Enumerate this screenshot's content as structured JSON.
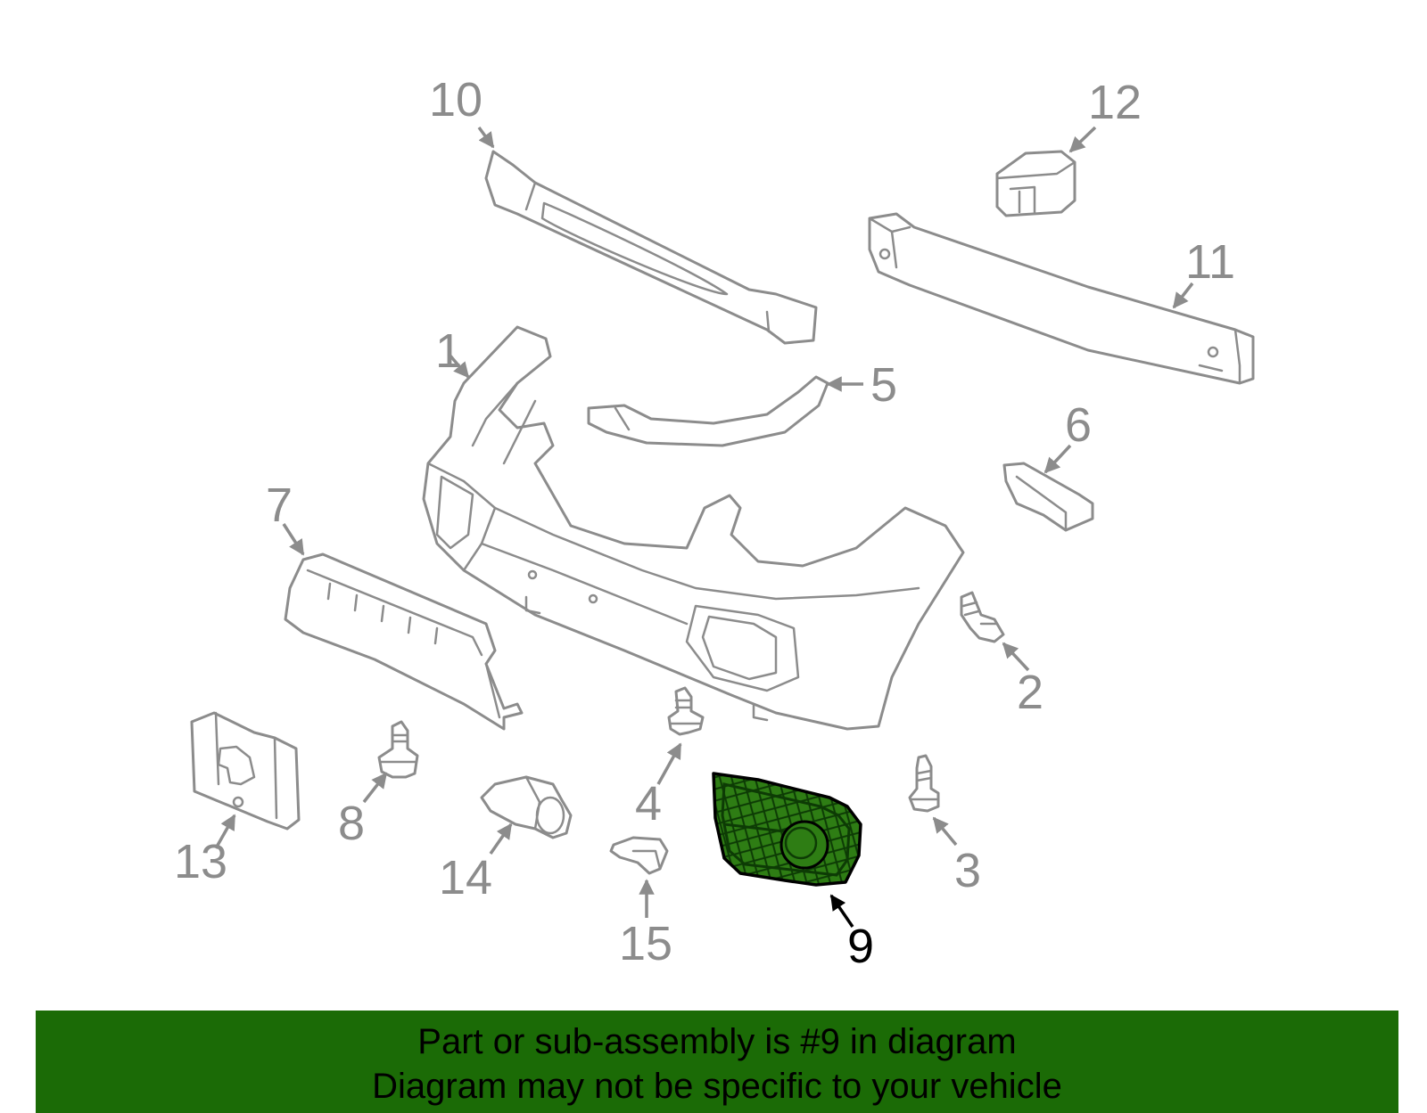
{
  "diagram": {
    "callouts": {
      "c1": "1",
      "c2": "2",
      "c3": "3",
      "c4": "4",
      "c5": "5",
      "c6": "6",
      "c7": "7",
      "c8": "8",
      "c9": "9",
      "c10": "10",
      "c11": "11",
      "c12": "12",
      "c13": "13",
      "c14": "14",
      "c15": "15"
    },
    "highlighted_part": "9"
  },
  "banner": {
    "line1": "Part or sub-assembly is #9 in diagram",
    "line2": "Diagram may not be specific to your vehicle"
  },
  "colors": {
    "banner_background": "#1b6b06",
    "highlight_fill": "#2e7d14",
    "part_outline": "#8c8c8c",
    "highlight_outline": "#000000"
  }
}
